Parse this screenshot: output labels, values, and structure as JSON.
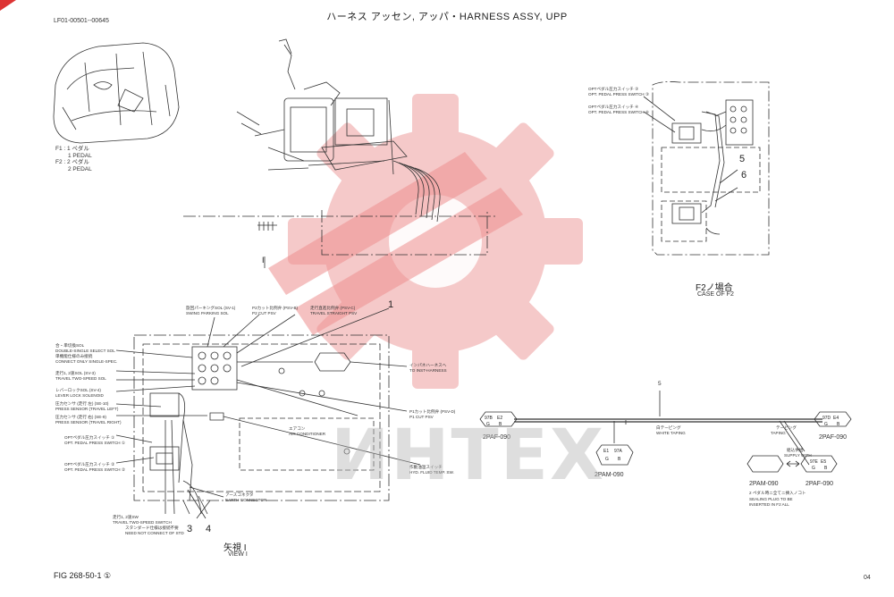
{
  "header": {
    "title": "ハーネス アッセン, アッパ・HARNESS ASSY, UPP"
  },
  "serial": "LF01-00501--00645",
  "pedal_notes": [
    "F1 : 1 ペダル",
    "1 PEDAL",
    "F2 : 2 ペダル",
    "2 PEDAL"
  ],
  "case_f2": {
    "jp": "F2ノ場合",
    "en": "CASE OF F2"
  },
  "f2_labels": [
    "OPTペダル圧力スイッチ ③",
    "OPT. PEDAL PRESS SWITCH ③",
    "OPTペダル圧力スイッチ ④",
    "OPT. PEDAL PRESS SWITCH ④"
  ],
  "f2_numbers": [
    "5",
    "6"
  ],
  "view": {
    "jp": "矢視 I",
    "en": "VIEW I",
    "arrow_mark": "I"
  },
  "view_top_labels": [
    "旋回パーキングSOL (SV-1)",
    "SWING PARKING SOL",
    "P2カット比例弁 (PSV-B)",
    "P2 CUT PSV",
    "走行直進比例弁 (PSV-C)",
    "TRAVEL STRAIGHT PSV"
  ],
  "view_left_labels": [
    "合・単切換SOL",
    "DOUBLE-SINGLE SELECT SOL",
    "単機能仕様のみ接続",
    "CONNECT ONLY SINGLE-SPEC.",
    "走行1, 2速SOL (SV-3)",
    "TRAVEL TWO-SPEED SOL",
    "レバーロックSOL (SV-4)",
    "LEVER LOCK SOLENOID",
    "圧力センサ (走行 左) (SE-10)",
    "PRESS SENSOR (TRAVEL LEFT)",
    "圧力センサ (走行 右) (SE-9)",
    "PRESS SENSOR (TRAVEL RIGHT)",
    "OPTペダル圧力スイッチ ①",
    "OPT. PEDAL PRESS SWITCH ①",
    "OPTペダル圧力スイッチ ②",
    "OPT. PEDAL PRESS SWITCH ②"
  ],
  "view_right_labels": [
    "インパネハーネスへ",
    "TO INST-HARNESS",
    "P1カット比例弁 (PSV-D)",
    "P1 CUT PSV",
    "エアコン",
    "AIR CONDITIONER",
    "作動油温スイッチ",
    "HYD. FLUID TEMP. SW."
  ],
  "view_bottom_labels": [
    "走行1, 2速SW",
    "TRAVEL TWO-SPEED SWITCH",
    "スタンダード仕様は接続不要",
    "NEED NOT CONNECT OF STD",
    "アースコネクタ",
    "EARTH CONNECTOR"
  ],
  "callouts": {
    "one": "1",
    "three": "3",
    "four": "4",
    "five": "5"
  },
  "harness": {
    "taping_jp": "白テーピング",
    "taping_en": "WHITE TAPING",
    "taping2_jp": "テーピング",
    "taping2_en": "TAPING",
    "supply_jp": "組込供給",
    "supply_en": "SUPPLY WITH",
    "sealing_jp": "2 ペダル時ニ全てニ挿入ノコト",
    "sealing_en1": "SEALING PLUG TO BE",
    "sealing_en2": "INSERTED IN F2 ALL"
  },
  "connectors": [
    {
      "code": "2PAF-090",
      "pins": [
        "97B",
        "E2",
        "G",
        "B"
      ]
    },
    {
      "code": "2PAM-090",
      "pins": [
        "E1",
        "97A",
        "G",
        "B"
      ]
    },
    {
      "code": "2PAF-090",
      "pins": [
        "97D",
        "E4",
        "G",
        "B"
      ]
    },
    {
      "code": "2PAM-090",
      "pins": [
        "",
        "",
        "",
        ""
      ]
    },
    {
      "code": "2PAF-090",
      "pins": [
        "97E",
        "E5",
        "G",
        "B"
      ]
    }
  ],
  "footer": {
    "fig": "FIG 268-50-1 ①",
    "page": "04"
  },
  "watermark": "ИНТЕХ",
  "colors": {
    "line": "#333333",
    "watermark_red": "#f2b8b8",
    "watermark_grey": "#b7b7b7"
  }
}
